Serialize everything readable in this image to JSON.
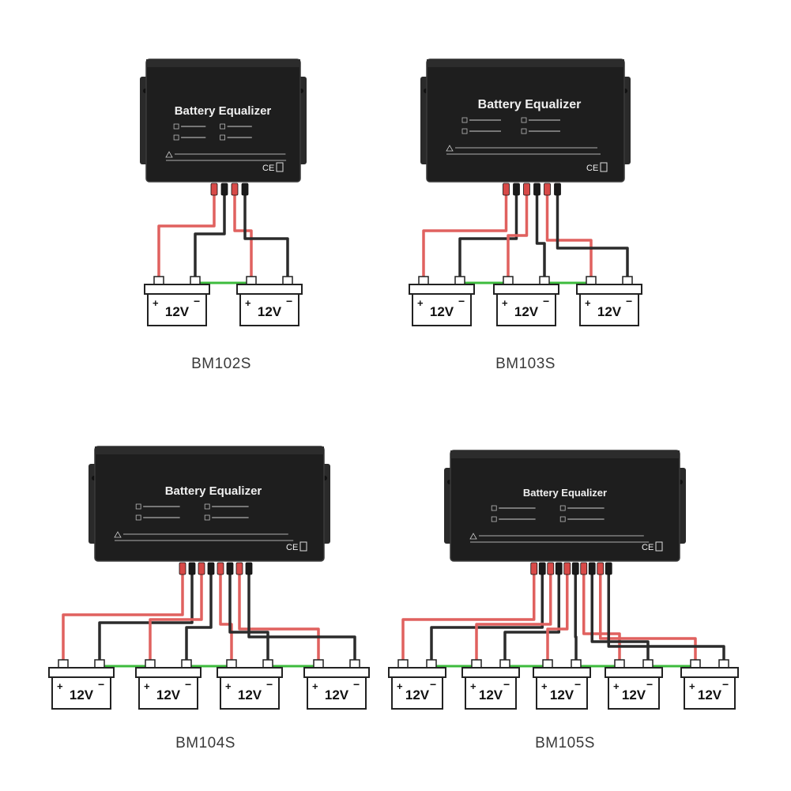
{
  "device": {
    "title": "Battery Equalizer",
    "ce_mark": "CE"
  },
  "battery": {
    "voltage": "12V",
    "plus": "+",
    "minus": "−"
  },
  "colors": {
    "device_body": "#1e1e1e",
    "device_edge": "#3a3a3a",
    "red_wire": "#e0615f",
    "black_wire": "#2b2b2b",
    "green_link": "#3dbb3d",
    "text_white": "#f0f0f0"
  },
  "models": [
    {
      "label": "BM102S",
      "batteries": 2
    },
    {
      "label": "BM103S",
      "batteries": 3
    },
    {
      "label": "BM104S",
      "batteries": 4
    },
    {
      "label": "BM105S",
      "batteries": 5
    }
  ]
}
